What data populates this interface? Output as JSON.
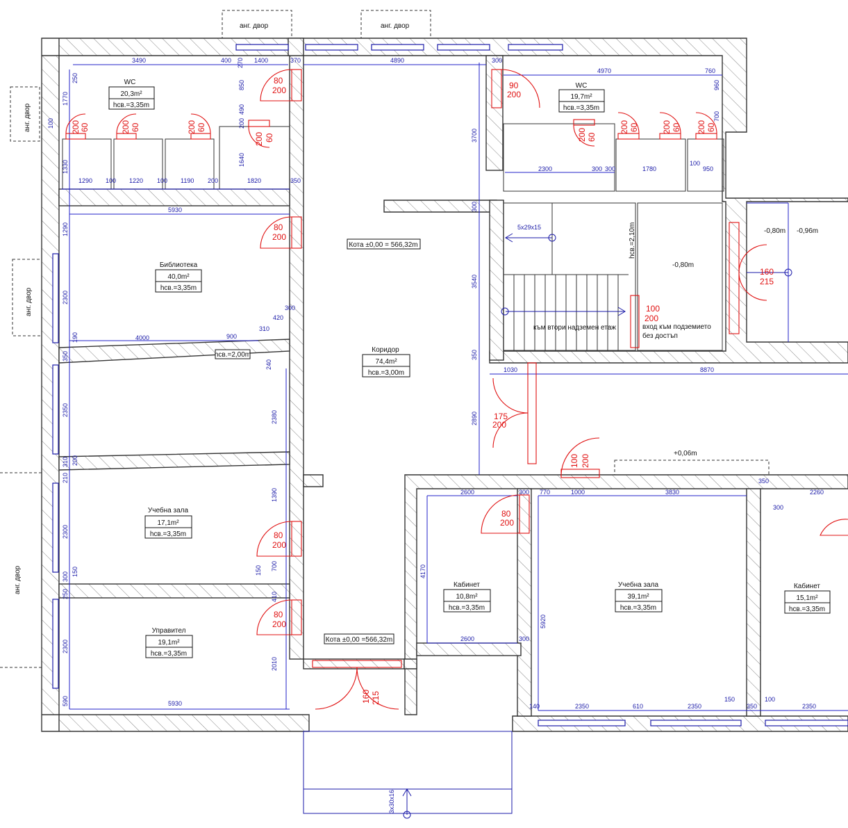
{
  "yards": [
    "анг. двор",
    "анг. двор",
    "анг. двор",
    "анг. двор",
    "анг. двор"
  ],
  "rooms": [
    {
      "name": "WC",
      "area": "20,3m²",
      "height": "hсв.=3,35m"
    },
    {
      "name": "WC",
      "area": "19,7m²",
      "height": "hсв.=3,35m"
    },
    {
      "name": "Библиотека",
      "area": "40,0m²",
      "height": "hсв.=3,35m"
    },
    {
      "name": "Коридор",
      "area": "74,4m²",
      "height": "hсв.=3,00m"
    },
    {
      "name": "Учебна зала",
      "area": "17,1m²",
      "height": "hсв.=3,35m"
    },
    {
      "name": "Управител",
      "area": "19,1m²",
      "height": "hсв.=3,35m"
    },
    {
      "name": "Кабинет",
      "area": "10,8m²",
      "height": "hсв.=3,35m"
    },
    {
      "name": "Учебна зала",
      "area": "39,1m²",
      "height": "hсв.=3,35m"
    },
    {
      "name": "Кабинет",
      "area": "15,1m²",
      "height": "hсв.=3,35m"
    }
  ],
  "levels": {
    "kota_main": "Кота ±0,00 = 566,32m",
    "kota_entrance": "Кота ±0,00 =566,32m",
    "minus080": "-0,80m",
    "minus080b": "-0,80m",
    "minus096": "-0,96m",
    "plus006": "+0,06m",
    "hsv200": "hсв.=2,00m",
    "hsv210": "hсв.=2,10m"
  },
  "notes": {
    "stairs_up": "към втори надземен етаж",
    "basement": "вход към подземието",
    "no_access": "без достъп",
    "stair_steps": "5x29x15",
    "ramp": "3x30x16"
  },
  "doors": [
    {
      "w": "80",
      "h": "200"
    },
    {
      "w": "90",
      "h": "200"
    },
    {
      "w": "60",
      "h": "200"
    },
    {
      "w": "60",
      "h": "200"
    },
    {
      "w": "60",
      "h": "200"
    },
    {
      "w": "60",
      "h": "200"
    },
    {
      "w": "60",
      "h": "200"
    },
    {
      "w": "60",
      "h": "200"
    },
    {
      "w": "60",
      "h": "200"
    },
    {
      "w": "60",
      "h": "200"
    },
    {
      "w": "80",
      "h": "200"
    },
    {
      "w": "160",
      "h": "215"
    },
    {
      "w": "100",
      "h": "200"
    },
    {
      "w": "175",
      "h": "200"
    },
    {
      "w": "100",
      "h": "200"
    },
    {
      "w": "80",
      "h": "200"
    },
    {
      "w": "80",
      "h": "200"
    },
    {
      "w": "80",
      "h": "200"
    },
    {
      "w": "160",
      "h": "215"
    }
  ],
  "dims": {
    "top": [
      "3490",
      "400",
      "270",
      "1400",
      "370",
      "4890",
      "300",
      "4970",
      "760"
    ],
    "wc_left": [
      "1290",
      "100",
      "1220",
      "100",
      "1190",
      "200",
      "1820",
      "350"
    ],
    "wc_left_v": [
      "250",
      "1770",
      "1330",
      "200",
      "490",
      "850",
      "1640",
      "100"
    ],
    "wc_right": [
      "2300",
      "300",
      "300",
      "1780",
      "100",
      "950",
      "960",
      "700"
    ],
    "corridor_v": [
      "3700",
      "300",
      "3540",
      "350",
      "2890"
    ],
    "library": [
      "5930",
      "4000",
      "900",
      "310",
      "420",
      "300",
      "1290",
      "2300",
      "190",
      "350"
    ],
    "hall_left": [
      "2350",
      "2380",
      "310",
      "200",
      "210",
      "240"
    ],
    "hall_left2": [
      "2300",
      "1390",
      "300",
      "150",
      "700",
      "150",
      "250",
      "410"
    ],
    "manager": [
      "2300",
      "2010",
      "590",
      "5930"
    ],
    "mid": [
      "1030",
      "8870"
    ],
    "cab1": [
      "2600",
      "300",
      "4170",
      "2600",
      "300"
    ],
    "hall2": [
      "770",
      "1000",
      "3830",
      "350",
      "300",
      "5920",
      "2260"
    ],
    "bottom": [
      "140",
      "2350",
      "610",
      "2350",
      "150",
      "350",
      "100",
      "2350"
    ]
  },
  "colors": {
    "wall_hatch": "#555555",
    "dimension": "#1a1aa8",
    "door": "#e01010"
  }
}
